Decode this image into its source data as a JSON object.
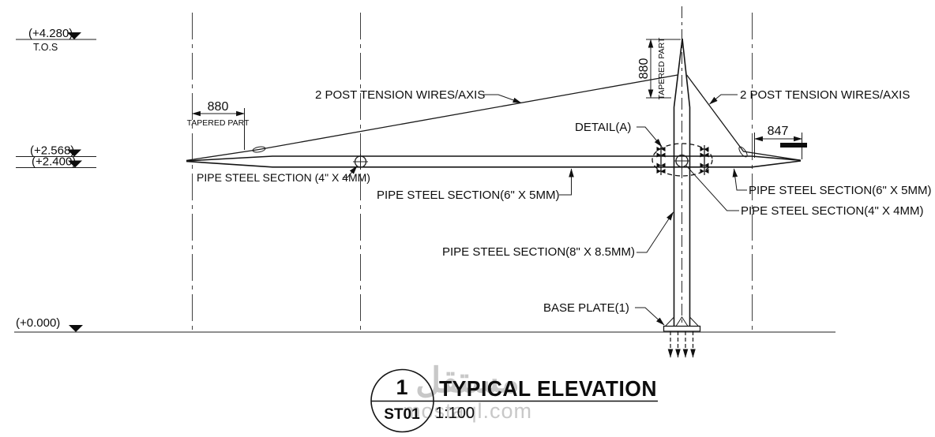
{
  "elevation_markers": [
    {
      "value": "(+4.280)",
      "note": "T.O.S"
    },
    {
      "value": "(+2.568)"
    },
    {
      "value": "(+2.400)"
    },
    {
      "value": "(+0.000)"
    }
  ],
  "dimensions": {
    "left_tapered": {
      "value": "880",
      "label": "TAPERED PART"
    },
    "mast_tapered": {
      "value": "880",
      "label": "TAPERED PART"
    },
    "right_overhang": {
      "value": "847"
    }
  },
  "annotations": {
    "post_tension_left": "2 POST TENSION WIRES/AXIS",
    "post_tension_right": "2 POST TENSION WIRES/AXIS",
    "detail_a": "DETAIL(A)",
    "pipe_4x4_left": "PIPE STEEL SECTION (4\" X 4MM)",
    "pipe_6x5_center": "PIPE STEEL SECTION(6\" X 5MM)",
    "pipe_6x5_right": "PIPE STEEL SECTION(6\" X 5MM)",
    "pipe_4x4_right": "PIPE STEEL SECTION(4\" X 4MM)",
    "pipe_8x85_mast": "PIPE STEEL SECTION(8\" X 8.5MM)",
    "base_plate": "BASE PLATE(1)"
  },
  "title_block": {
    "detail_number": "1",
    "sheet_ref": "ST01",
    "title": "TYPICAL ELEVATION",
    "scale": "1:100"
  },
  "watermark": {
    "arabic": "مستقل",
    "latin": "mostaql.com"
  },
  "colors": {
    "line": "#141414",
    "grid": "#3f3f3f",
    "ground": "#6a6a6a",
    "watermark": "#c8c8c8"
  }
}
